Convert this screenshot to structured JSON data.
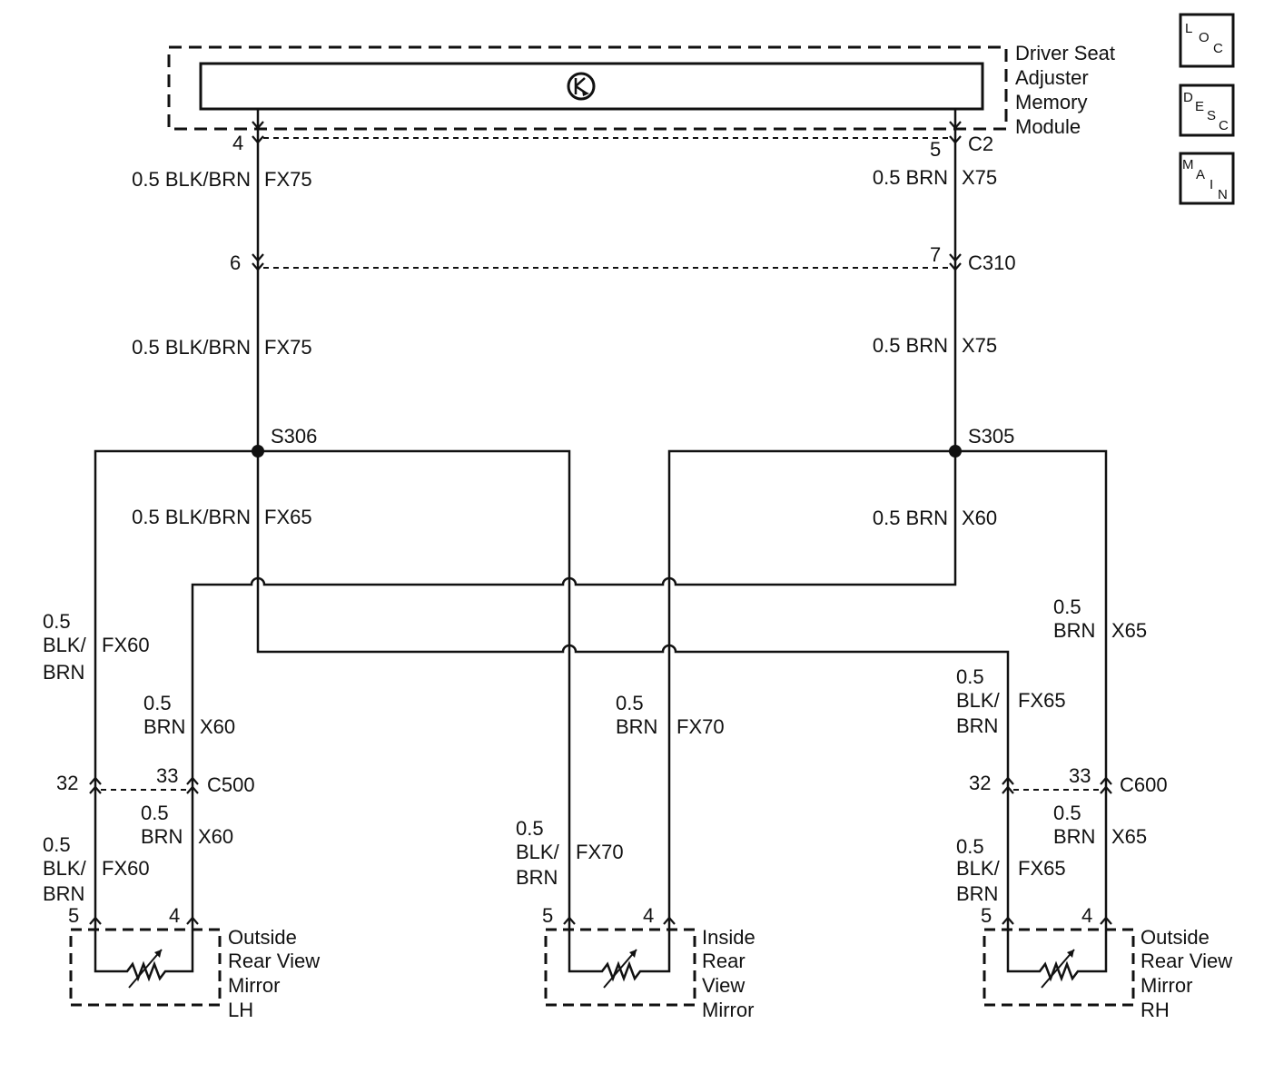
{
  "module": {
    "title": [
      "Driver Seat",
      "Adjuster",
      "Memory",
      "Module"
    ],
    "connector": "C2",
    "pins": {
      "left": "4",
      "right": "5"
    }
  },
  "nav_buttons": [
    {
      "letters": [
        "L",
        "O",
        "C"
      ]
    },
    {
      "letters": [
        "D",
        "E",
        "S",
        "C"
      ]
    },
    {
      "letters": [
        "M",
        "A",
        "I",
        "N"
      ]
    }
  ],
  "inline_connector_c310": {
    "name": "C310",
    "pins": {
      "left": "6",
      "right": "7"
    }
  },
  "splices": {
    "left": "S306",
    "right": "S305"
  },
  "wires": {
    "w1_left": {
      "gauge_color": "0.5 BLK/BRN",
      "circuit": "FX75"
    },
    "w1_right": {
      "gauge_color": "0.5 BRN",
      "circuit": "X75"
    },
    "w2_left": {
      "gauge_color": "0.5 BLK/BRN",
      "circuit": "FX75"
    },
    "w2_right": {
      "gauge_color": "0.5 BRN",
      "circuit": "X75"
    },
    "w3_left": {
      "gauge_color": "0.5 BLK/BRN",
      "circuit": "FX65"
    },
    "w3_right": {
      "gauge_color": "0.5 BRN",
      "circuit": "X60"
    },
    "lh_upper_blk": {
      "gauge": "0.5",
      "color": [
        "BLK/",
        "BRN"
      ],
      "circuit": "FX60"
    },
    "lh_upper_brn": {
      "gauge": "0.5",
      "color": "BRN",
      "circuit": "X60"
    },
    "lh_lower_blk": {
      "gauge": "0.5",
      "color": [
        "BLK/",
        "BRN"
      ],
      "circuit": "FX60"
    },
    "lh_lower_brn": {
      "gauge": "0.5",
      "color": "BRN",
      "circuit": "X60"
    },
    "in_brn": {
      "gauge": "0.5",
      "color": "BRN",
      "circuit": "FX70"
    },
    "in_blk": {
      "gauge": "0.5",
      "color": [
        "BLK/",
        "BRN"
      ],
      "circuit": "FX70"
    },
    "rh_upper_brn": {
      "gauge": "0.5",
      "color": "BRN",
      "circuit": "X65"
    },
    "rh_upper_blk": {
      "gauge": "0.5",
      "color": [
        "BLK/",
        "BRN"
      ],
      "circuit": "FX65"
    },
    "rh_lower_brn": {
      "gauge": "0.5",
      "color": "BRN",
      "circuit": "X65"
    },
    "rh_lower_blk": {
      "gauge": "0.5",
      "color": [
        "BLK/",
        "BRN"
      ],
      "circuit": "FX65"
    }
  },
  "connector_c500": {
    "name": "C500",
    "pins": {
      "left": "32",
      "right": "33"
    }
  },
  "connector_c600": {
    "name": "C600",
    "pins": {
      "left": "32",
      "right": "33"
    }
  },
  "mirrors": {
    "lh": {
      "title": [
        "Outside",
        "Rear View",
        "Mirror",
        "LH"
      ],
      "pins": {
        "left": "5",
        "right": "4"
      }
    },
    "inside": {
      "title": [
        "Inside",
        "Rear",
        "View",
        "Mirror"
      ],
      "pins": {
        "left": "5",
        "right": "4"
      }
    },
    "rh": {
      "title": [
        "Outside",
        "Rear View",
        "Mirror",
        "RH"
      ],
      "pins": {
        "left": "5",
        "right": "4"
      }
    }
  }
}
